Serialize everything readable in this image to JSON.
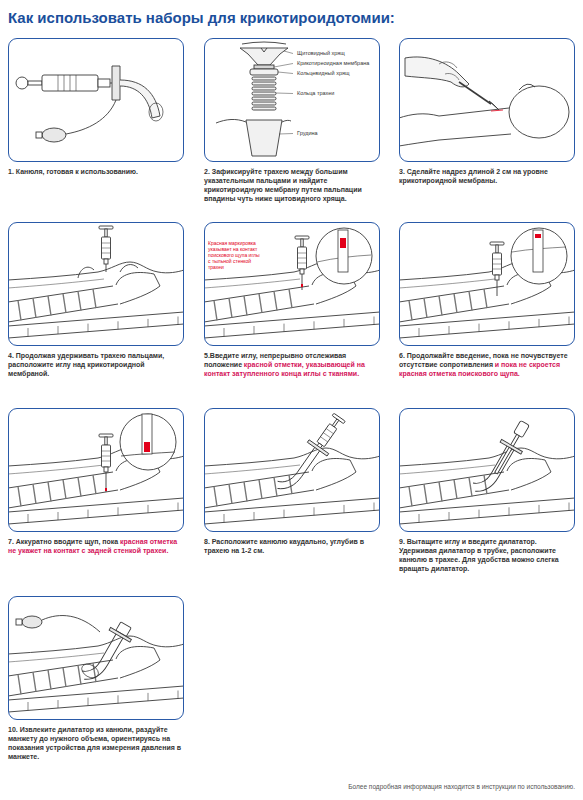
{
  "diagram": {
    "title": "Как использовать наборы для крикотироидотомии:",
    "nodes": [
      {
        "text": [
          "1. Канюля, готовая к использованию."
        ]
      },
      {
        "text": [
          "2. Зафиксируйте трахею между большим указательным пальцами и найдите крикотироидную мембрану путем пальпации впадины чуть ниже щитовидного хряща."
        ]
      },
      {
        "text": [
          "3. Сделайте надрез длиной 2 см на уровне крикотироидной мембраны."
        ]
      },
      {
        "text": [
          "4. Продолжая удерживать трахею пальцами, расположите иглу над крикотироидной мембраной."
        ]
      },
      {
        "text": [
          "5.Введите иглу, непрерывно отслеживая положение",
          "красной отметки, указывающей на контакт затупленного конца иглы с тканями."
        ]
      },
      {
        "text": [
          "6. Продолжайте введение, пока не почувствуете отсутствие сопротивления",
          "и пока не скроется красная отметка поискового щупа."
        ]
      },
      {
        "text": [
          "7. Аккуратно вводите щуп, пока",
          "красная отметка не укажет на контакт с задней стенкой трахеи."
        ]
      },
      {
        "text": [
          "8. Расположите канюлю каудально, углубив в трахею на 1-2 см."
        ]
      },
      {
        "text": [
          "9. Вытащите иглу и введите дилататор. Удерживая дилататор в трубке, расположите канюлю в трахее. Для удобства можно слегка вращать дилататор."
        ]
      },
      {
        "text": [
          "10. Извлеките дилататор из канюли, раздуйте манжету до нужного объема, ориентируясь на показания устройства для измерения давления в манжете."
        ]
      }
    ],
    "labels": [
      "Щитовидный хрящ",
      "Крикотиреоидная мембрана",
      "Кольцевидный хрящ",
      "Кольца трахеи",
      "Грудина",
      "Красная маркировка указывает на контакт поискового щупа иглы с тыльной стенкой трахеи",
      "Более подробная информация находится в инструкции по использованию."
    ]
  }
}
